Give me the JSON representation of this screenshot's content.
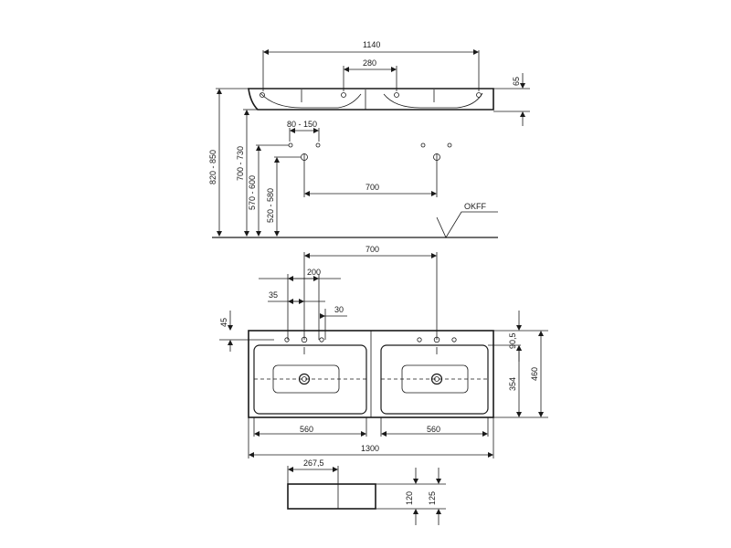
{
  "side_view": {
    "width_total": "1140",
    "tap_spacing": "280",
    "rim_height": "65",
    "tap_hole_spread": "80 - 150",
    "drain_spacing": "700",
    "height_range_1": "820 - 850",
    "height_range_2": "700 - 730",
    "height_range_3": "570 - 600",
    "height_range_4": "520 - 580",
    "floor_label": "OKFF"
  },
  "top_view": {
    "drain_spacing": "700",
    "tap_group_width": "200",
    "tap_offset": "35",
    "tap_hole_offset": "30",
    "edge_offset": "45",
    "back_depth": "90,5",
    "bowl_depth": "354",
    "total_depth": "460",
    "bowl_width_left": "560",
    "bowl_width_right": "560",
    "total_width": "1300"
  },
  "front_view": {
    "half_width": "267,5",
    "height_inner": "120",
    "height_outer": "125"
  }
}
